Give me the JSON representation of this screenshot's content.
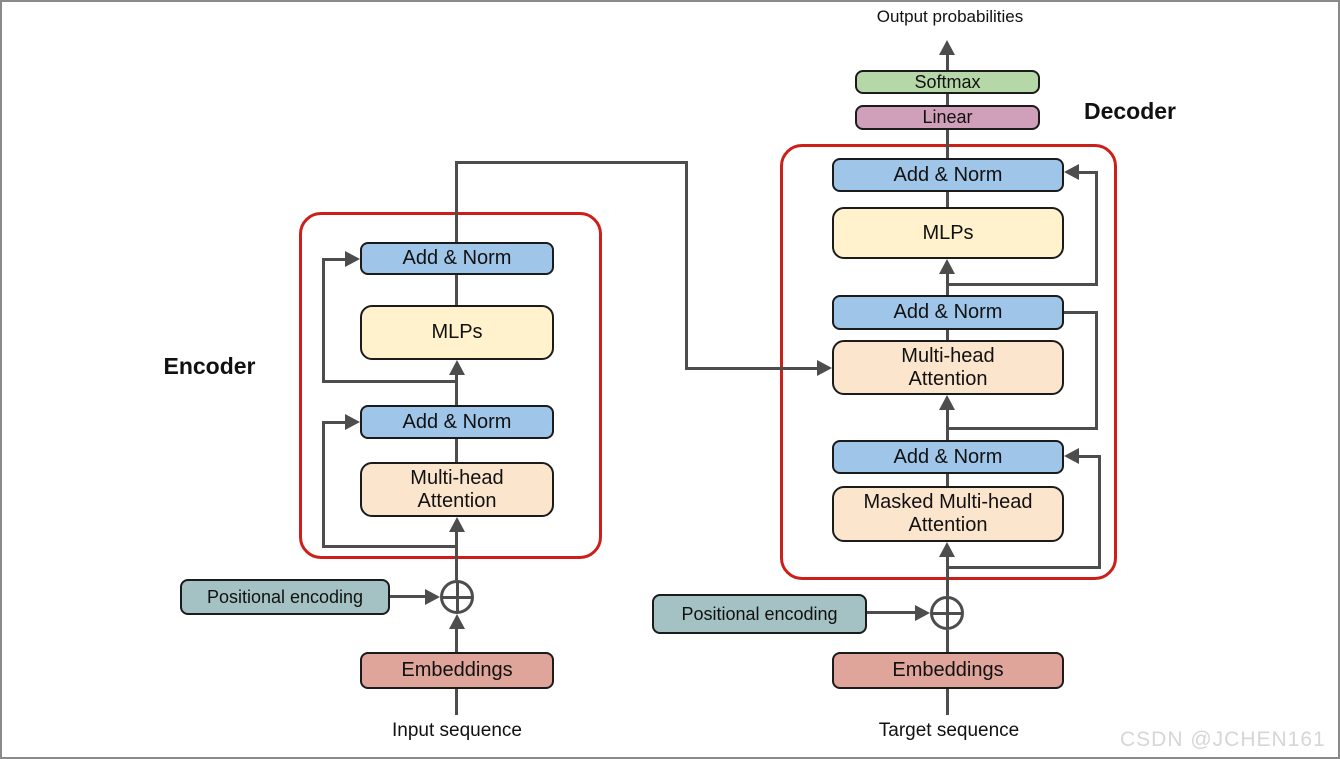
{
  "diagram": {
    "output_label": "Output probabilities",
    "watermark": "CSDN @JCHEN161",
    "colors": {
      "addnorm": "#9fc5e8",
      "mlps": "#fff2cc",
      "attn": "#fce5cd",
      "softmax": "#b6d7a8",
      "linear": "#d09fb9",
      "posenc": "#a4c2c3",
      "embed": "#dfa49a",
      "frame": "#cc1f1a",
      "line": "#4d4d4d",
      "watermark": "#d6d6d6"
    },
    "encoder": {
      "label": "Encoder",
      "blocks": [
        {
          "label": "Add & Norm"
        },
        {
          "label": "MLPs"
        },
        {
          "label": "Add & Norm"
        },
        {
          "label": "Multi-head Attention"
        }
      ],
      "positional_encoding": "Positional encoding",
      "embeddings": "Embeddings",
      "input_label": "Input sequence"
    },
    "decoder": {
      "label": "Decoder",
      "softmax": "Softmax",
      "linear": "Linear",
      "blocks": [
        {
          "label": "Add & Norm"
        },
        {
          "label": "MLPs"
        },
        {
          "label": "Add & Norm"
        },
        {
          "label": "Multi-head Attention"
        },
        {
          "label": "Add & Norm"
        },
        {
          "label": "Masked Multi-head Attention"
        }
      ],
      "positional_encoding": "Positional encoding",
      "embeddings": "Embeddings",
      "input_label": "Target sequence"
    }
  }
}
